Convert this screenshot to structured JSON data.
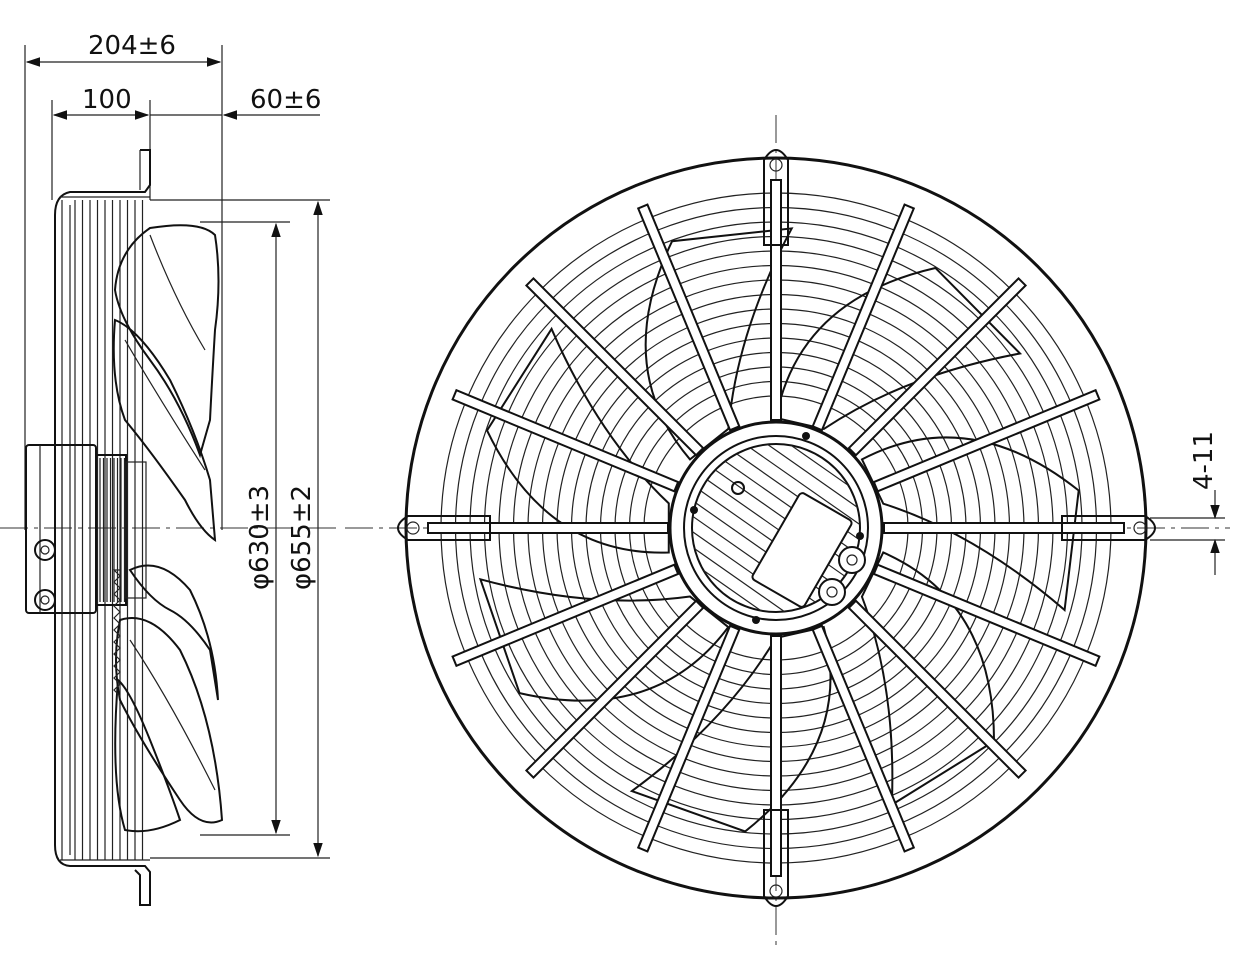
{
  "dimensions": {
    "overall_depth": "204±6",
    "guard_depth": "100",
    "front_offset": "60±6",
    "blade_diameter": "φ630±3",
    "outer_diameter": "φ655±2",
    "mount_holes": "4-11"
  },
  "guard": {
    "radial_rods": 16,
    "rings": 15
  },
  "impeller": {
    "blades": 7
  }
}
